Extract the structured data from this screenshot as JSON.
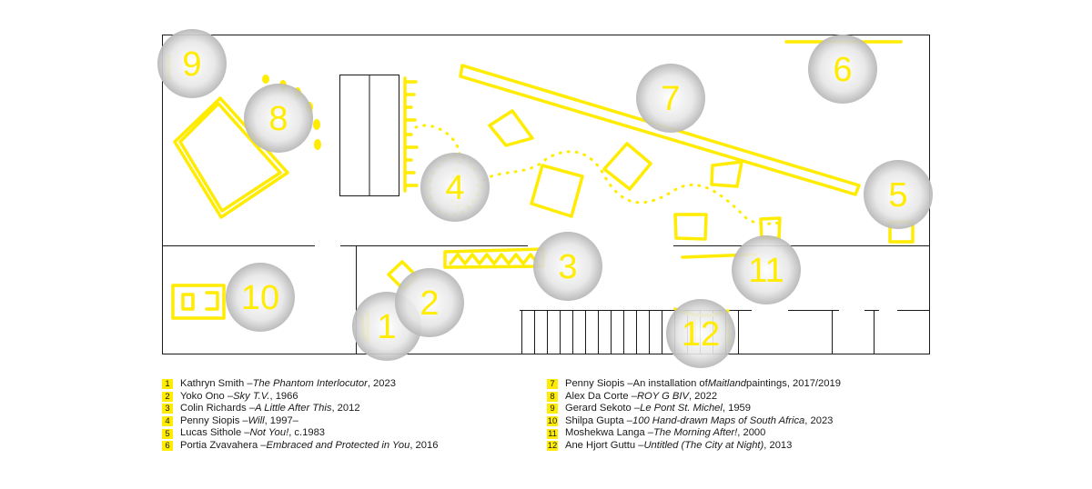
{
  "colors": {
    "accent": "#ffec00",
    "wall": "#1a1a1a",
    "marker": "#d9d9d9",
    "text": "#1a1a1a"
  },
  "markers": [
    {
      "number": "1"
    },
    {
      "number": "2"
    },
    {
      "number": "3"
    },
    {
      "number": "4"
    },
    {
      "number": "5"
    },
    {
      "number": "6"
    },
    {
      "number": "7"
    },
    {
      "number": "8"
    },
    {
      "number": "9"
    },
    {
      "number": "10"
    },
    {
      "number": "11"
    },
    {
      "number": "12"
    }
  ],
  "legend": [
    {
      "number": "1",
      "artist": "Kathryn Smith – ",
      "pre": "",
      "work": "The Phantom Interlocutor",
      "post": ", 2023"
    },
    {
      "number": "2",
      "artist": "Yoko Ono – ",
      "pre": "",
      "work": "Sky T.V.",
      "post": ", 1966"
    },
    {
      "number": "3",
      "artist": "Colin Richards – ",
      "pre": "",
      "work": "A Little After This",
      "post": ", 2012"
    },
    {
      "number": "4",
      "artist": "Penny Siopis – ",
      "pre": "",
      "work": "Will",
      "post": ", 1997–"
    },
    {
      "number": "5",
      "artist": "Lucas Sithole – ",
      "pre": "",
      "work": "Not You!",
      "post": ", c.1983"
    },
    {
      "number": "6",
      "artist": "Portia Zvavahera – ",
      "pre": "",
      "work": "Embraced and Protected in You",
      "post": ", 2016"
    },
    {
      "number": "7",
      "artist": "Penny Siopis – ",
      "pre": "An installation of ",
      "work": "Maitland",
      "post": " paintings, 2017/2019"
    },
    {
      "number": "8",
      "artist": "Alex Da Corte – ",
      "pre": "",
      "work": "ROY G BIV",
      "post": ", 2022"
    },
    {
      "number": "9",
      "artist": "Gerard Sekoto – ",
      "pre": "",
      "work": "Le Pont St. Michel",
      "post": ", 1959"
    },
    {
      "number": "10",
      "artist": "Shilpa Gupta – ",
      "pre": "",
      "work": "100 Hand-drawn Maps of South Africa",
      "post": ", 2023"
    },
    {
      "number": "11",
      "artist": "Moshekwa Langa – ",
      "pre": "",
      "work": "The Morning After!",
      "post": ", 2000"
    },
    {
      "number": "12",
      "artist": "Ane Hjort Guttu – ",
      "pre": "",
      "work": "Untitled (The City at Night)",
      "post": ", 2013"
    }
  ]
}
